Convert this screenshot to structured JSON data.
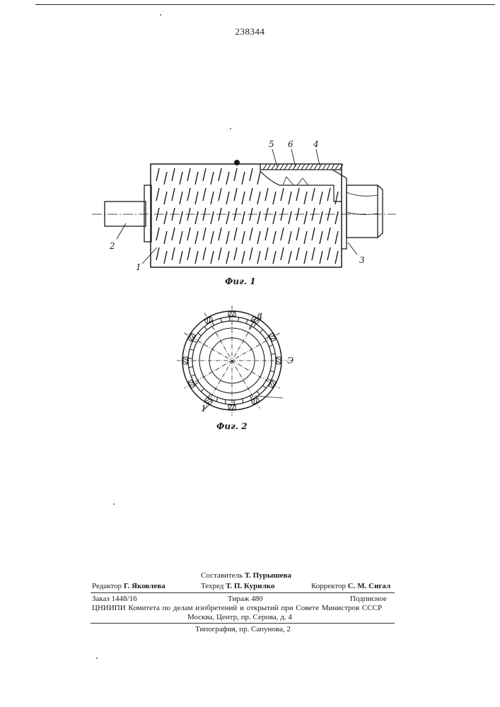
{
  "patent_number": "238344",
  "figures": {
    "fig1": {
      "caption": "Фиг. 1",
      "labels": {
        "l1": "1",
        "l2": "2",
        "l3": "3",
        "l4": "4",
        "l5": "5",
        "l6": "6"
      }
    },
    "fig2": {
      "caption": "Фиг. 2",
      "labels": {
        "l4": "4",
        "l1": "1",
        "l3": "Э"
      }
    }
  },
  "imprint": {
    "compiler": {
      "label": "Составитель",
      "name": "Т. Пурышева"
    },
    "editor": {
      "label": "Редактор",
      "name": "Г. Яковлева"
    },
    "techred": {
      "label": "Техред",
      "name": "Т. П. Курилко"
    },
    "corrector": {
      "label": "Корректор",
      "name": "С. М. Сигал"
    },
    "order": "Заказ 1448/16",
    "circulation": "Тираж 480",
    "subscription": "Подписное",
    "org_line": "ЦНИИПИ Комитета по делам изобретений и открытий при Совете Министров СССР",
    "address": "Москва, Центр, пр. Серова, д. 4",
    "printer": "Типография, пр. Сапунова, 2"
  }
}
